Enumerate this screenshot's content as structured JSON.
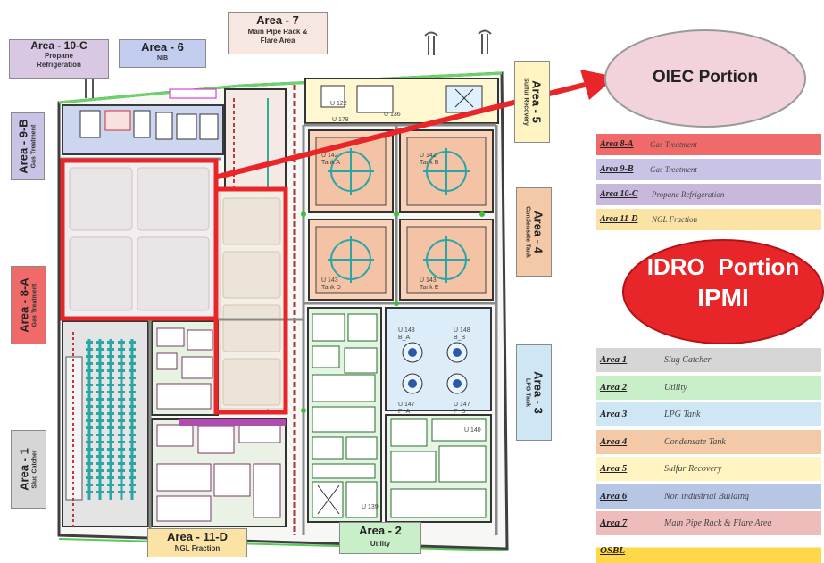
{
  "map_labels": {
    "area_10c": {
      "title": "Area - 10-C",
      "subtitle": [
        "Propane",
        "Refrigeration"
      ]
    },
    "area_6": {
      "title": "Area - 6",
      "subtitle": "NIB"
    },
    "area_7": {
      "title": "Area - 7",
      "subtitle": [
        "Main Pipe Rack &",
        "Flare Area"
      ]
    },
    "area_9b": {
      "title": "Area - 9-B",
      "subtitle": "Gas Treatment"
    },
    "area_8a": {
      "title": "Area - 8-A",
      "subtitle": "Gas Treatment"
    },
    "area_1": {
      "title": "Area - 1",
      "subtitle": "Slug Catcher"
    },
    "area_11d": {
      "title": "Area - 11-D",
      "subtitle": "NGL Fraction"
    },
    "area_2": {
      "title": "Area - 2",
      "subtitle": "Utility"
    },
    "area_3": {
      "title": "Area - 3",
      "subtitle": "LPG Tank"
    },
    "area_4": {
      "title": "Area - 4",
      "subtitle": "Condensate Tank"
    },
    "area_5": {
      "title": "Area - 5",
      "subtitle": "Sulfur Recovery"
    }
  },
  "unit_labels": [
    "U 122",
    "U 136",
    "U 178",
    "U 142\nTank A",
    "U 142\nTank B",
    "U 143\nTank D",
    "U 143\nTank E",
    "U 148\nB_A",
    "U 148\nB_B",
    "U 147\nP_A",
    "U 147\nP_B",
    "U 139",
    "U 140"
  ],
  "oiec": {
    "title": "OIEC Portion",
    "legend": [
      {
        "code": "Area 8-A",
        "desc": "Gas Treatment",
        "color": "#f06a6a"
      },
      {
        "code": "Area 9-B",
        "desc": "Gas Treatment",
        "color": "#c9c3e6"
      },
      {
        "code": "Area 10-C",
        "desc": "Propane Refrigeration",
        "color": "#c8b8dc"
      },
      {
        "code": "Area 11-D",
        "desc": "NGL Fraction",
        "color": "#fbe3a6"
      }
    ]
  },
  "idro": {
    "title": "IDRO  Portion",
    "subtitle": "IPMI",
    "legend": [
      {
        "code": "Area 1",
        "desc": "Slug Catcher",
        "color": "#d6d6d6"
      },
      {
        "code": "Area 2",
        "desc": "Utility",
        "color": "#c9efc9"
      },
      {
        "code": "Area 3",
        "desc": "LPG Tank",
        "color": "#cfe6f5"
      },
      {
        "code": "Area 4",
        "desc": "Condensate Tank",
        "color": "#f4c9a8"
      },
      {
        "code": "Area 5",
        "desc": "Sulfur Recovery",
        "color": "#fff4c2"
      },
      {
        "code": "Area 6",
        "desc": "Non industrial Building",
        "color": "#b6c6e4"
      },
      {
        "code": "Area 7",
        "desc": "Main Pipe Rack & Flare Area",
        "color": "#efbcbc"
      },
      {
        "code": "OSBL",
        "desc": "",
        "color": "#ffd84a"
      }
    ]
  },
  "colors": {
    "red": "#e8262a",
    "pink": "#f2d3dc",
    "grey": "#9a9a9a"
  }
}
